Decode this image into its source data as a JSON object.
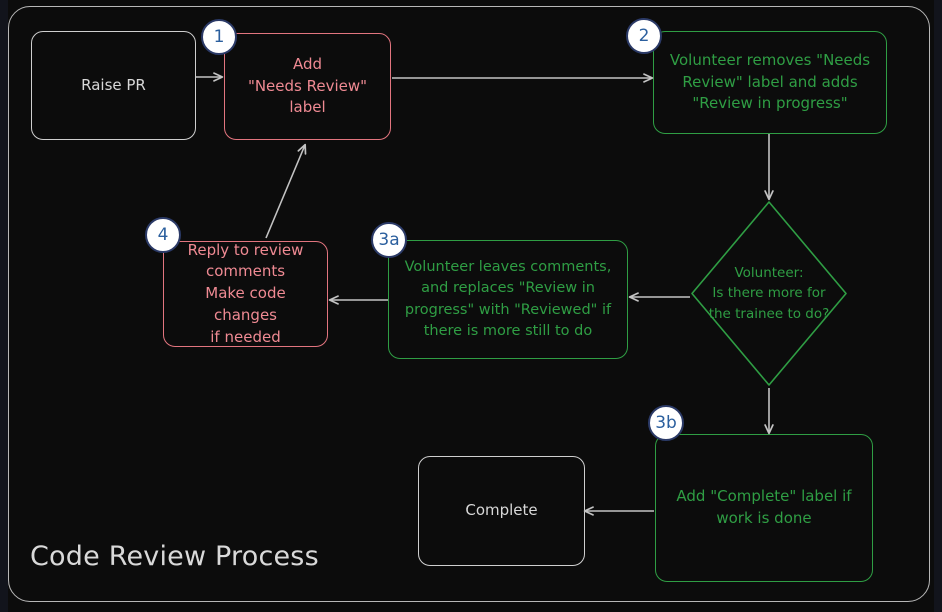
{
  "diagram": {
    "title": "Code Review Process",
    "colors": {
      "background": "#0c0c0c",
      "page_gutter": "#12141c",
      "frame_border": "#b8b8b8",
      "neutral_node": "#cfcfcf",
      "red_node": "#e2757f",
      "red_text": "#ef8a93",
      "green_node": "#2f9e44",
      "edge": "#c3c3c3",
      "badge_fill": "#ffffff",
      "badge_border": "#2b3a67",
      "badge_text": "#2b5f9e"
    },
    "nodes": [
      {
        "id": "raise-pr",
        "label": "Raise PR",
        "shape": "rounded-rect",
        "color": "neutral"
      },
      {
        "id": "add-label",
        "label": "Add\n\"Needs Review\"\nlabel",
        "shape": "rounded-rect",
        "color": "red"
      },
      {
        "id": "volunteer-takes",
        "label": "Volunteer removes \"Needs\nReview\" label and adds\n\"Review in progress\"",
        "shape": "rounded-rect",
        "color": "green"
      },
      {
        "id": "decision",
        "label": "Volunteer:\nIs there more for\nthe trainee to do?",
        "shape": "diamond",
        "color": "green"
      },
      {
        "id": "leaves-comments",
        "label": "Volunteer leaves comments,\nand replaces \"Review in\nprogress\" with \"Reviewed\" if\nthere is more still to do",
        "shape": "rounded-rect",
        "color": "green"
      },
      {
        "id": "reply",
        "label": "Reply to review\ncomments\nMake code changes\nif needed",
        "shape": "rounded-rect",
        "color": "red"
      },
      {
        "id": "add-complete",
        "label": "Add \"Complete\" label if\nwork is done",
        "shape": "rounded-rect",
        "color": "green"
      },
      {
        "id": "complete",
        "label": "Complete",
        "shape": "rounded-rect",
        "color": "neutral"
      }
    ],
    "badges": [
      {
        "id": "badge-1",
        "label": "1",
        "for": "add-label"
      },
      {
        "id": "badge-2",
        "label": "2",
        "for": "volunteer-takes"
      },
      {
        "id": "badge-3a",
        "label": "3a",
        "for": "leaves-comments"
      },
      {
        "id": "badge-3b",
        "label": "3b",
        "for": "add-complete"
      },
      {
        "id": "badge-4",
        "label": "4",
        "for": "reply"
      }
    ],
    "edges": [
      {
        "from": "raise-pr",
        "to": "add-label",
        "label": ""
      },
      {
        "from": "add-label",
        "to": "volunteer-takes",
        "label": ""
      },
      {
        "from": "volunteer-takes",
        "to": "decision",
        "label": ""
      },
      {
        "from": "decision",
        "to": "leaves-comments",
        "label": ""
      },
      {
        "from": "decision",
        "to": "add-complete",
        "label": ""
      },
      {
        "from": "leaves-comments",
        "to": "reply",
        "label": ""
      },
      {
        "from": "reply",
        "to": "add-label",
        "label": ""
      },
      {
        "from": "add-complete",
        "to": "complete",
        "label": ""
      }
    ]
  }
}
